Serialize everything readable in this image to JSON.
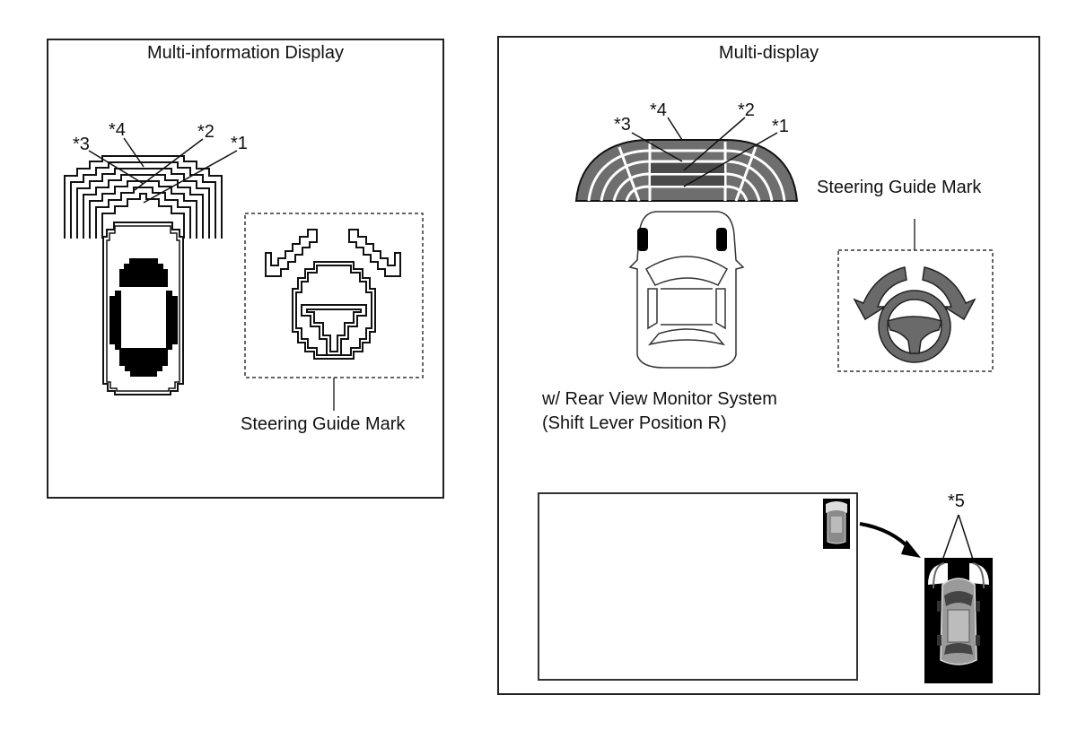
{
  "left_panel": {
    "title": "Multi-information Display",
    "callouts": [
      "*1",
      "*2",
      "*3",
      "*4"
    ],
    "steering_label": "Steering Guide Mark"
  },
  "right_panel": {
    "title": "Multi-display",
    "callouts": [
      "*1",
      "*2",
      "*3",
      "*4",
      "*5"
    ],
    "steering_label": "Steering Guide Mark",
    "rear_view_line1": "w/ Rear View Monitor System",
    "rear_view_line2": "(Shift Lever Position R)"
  },
  "colors": {
    "line": "#111111",
    "sensor_fill": "#6e6e6e",
    "sensor_dark": "#4a4a4a",
    "wheel_fill": "#6a6a6a",
    "black": "#000000"
  }
}
